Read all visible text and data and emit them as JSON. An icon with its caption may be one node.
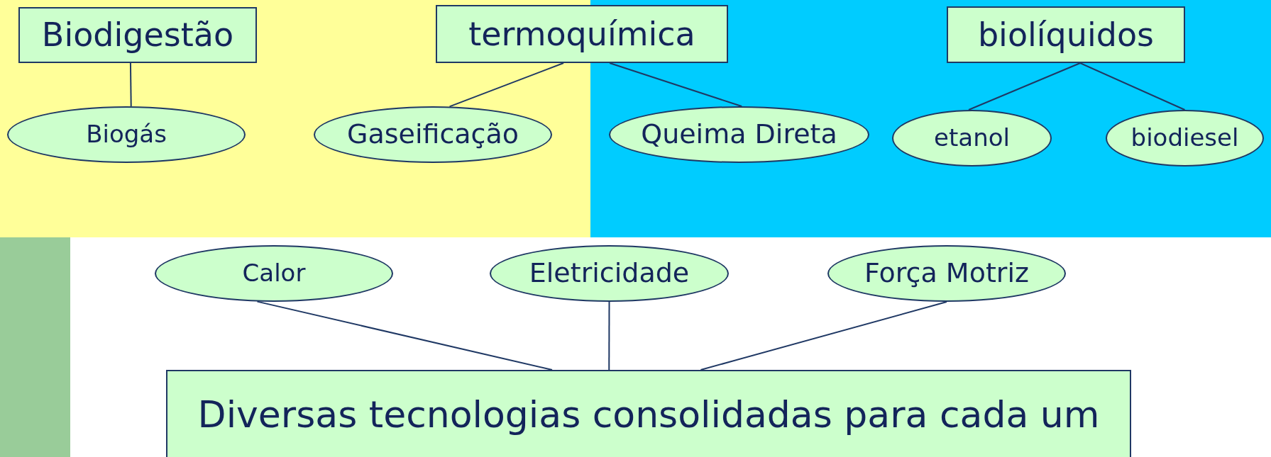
{
  "diagram": {
    "nodes": [
      {
        "text": [
          "Biodigestão"
        ]
      },
      {
        "text": [
          "termoquímica"
        ]
      },
      {
        "text": [
          "biolíquidos"
        ]
      },
      {
        "text": [
          "Biogás"
        ]
      },
      {
        "text": [
          "Gaseificação"
        ]
      },
      {
        "text": [
          "Queima Direta"
        ]
      },
      {
        "text": [
          "etanol"
        ]
      },
      {
        "text": [
          "biodiesel"
        ]
      },
      {
        "text": [
          "Calor"
        ]
      },
      {
        "text": [
          "Eletricidade"
        ]
      },
      {
        "text": [
          "Força Motriz"
        ]
      },
      {
        "text": [
          "Diversas tecnologias consolidadas para cada um"
        ]
      }
    ],
    "edges": [
      {
        "from": 0,
        "to": 3,
        "arrow": "none"
      },
      {
        "from": 1,
        "to": 4,
        "arrow": "none"
      },
      {
        "from": 1,
        "to": 5,
        "arrow": "none"
      },
      {
        "from": 2,
        "to": 6,
        "arrow": "none"
      },
      {
        "from": 2,
        "to": 7,
        "arrow": "none"
      },
      {
        "from": 8,
        "to": 11,
        "arrow": "none"
      },
      {
        "from": 9,
        "to": 11,
        "arrow": "none"
      },
      {
        "from": 10,
        "to": 11,
        "arrow": "none"
      }
    ]
  }
}
